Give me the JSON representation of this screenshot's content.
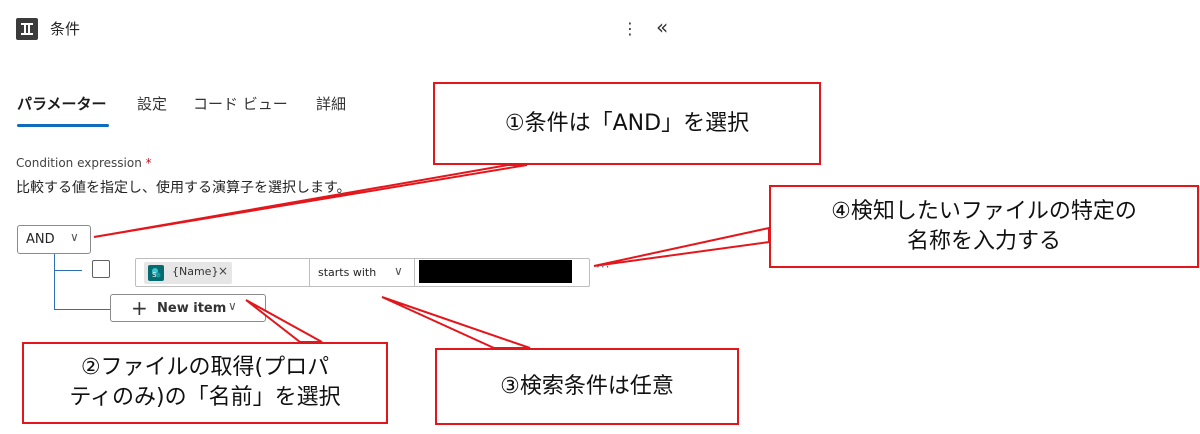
{
  "header": {
    "app_icon": "terminal-icon",
    "title": "条件",
    "more_icon": "⋮",
    "collapse_icon": "«"
  },
  "tabs": [
    {
      "label": "パラメーター",
      "active": true
    },
    {
      "label": "設定",
      "active": false
    },
    {
      "label": "コード ビュー",
      "active": false
    },
    {
      "label": "詳細",
      "active": false
    }
  ],
  "condition": {
    "label": "Condition expression",
    "required_mark": "*",
    "description": "比較する値を指定し、使用する演算子を選択します。",
    "group_operator": "AND",
    "rows": [
      {
        "token_label": "{Name}",
        "token_remove": "×",
        "operator": "starts with",
        "value_redacted": true,
        "more": "···"
      }
    ],
    "new_item_label": "New item"
  },
  "callouts": {
    "c1": "①条件は「AND」を選択",
    "c2_line1": "②ファイルの取得(プロパ",
    "c2_line2": "ティのみ)の「名前」を選択",
    "c3": "③検索条件は任意",
    "c4_line1": "④検知したいファイルの特定の",
    "c4_line2": "名称を入力する"
  },
  "colors": {
    "accent": "#0f6cbd",
    "callout_border": "#e3161b",
    "token_icon": "#036c70"
  }
}
